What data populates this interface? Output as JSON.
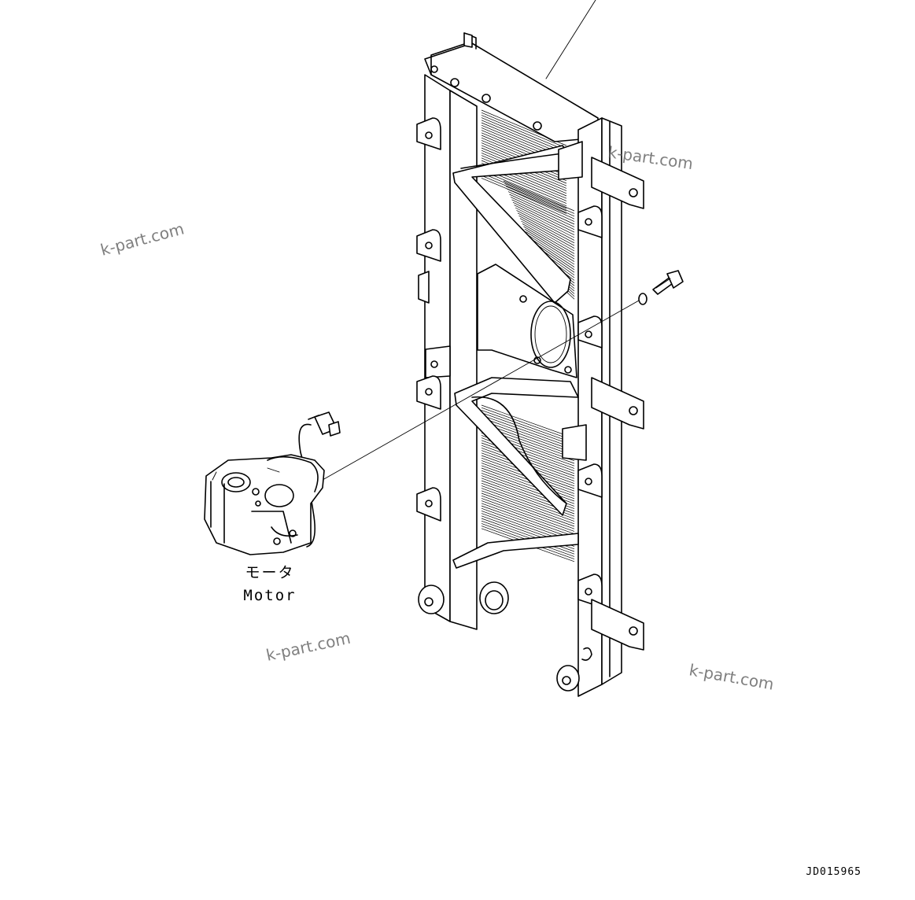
{
  "diagram": {
    "drawing_code": "JD015965",
    "part_labels": {
      "motor_jp": "モータ",
      "motor_en": "Motor"
    },
    "watermarks": [
      "k-part.com",
      "k-part.com",
      "k-part.com",
      "k-part.com"
    ]
  }
}
